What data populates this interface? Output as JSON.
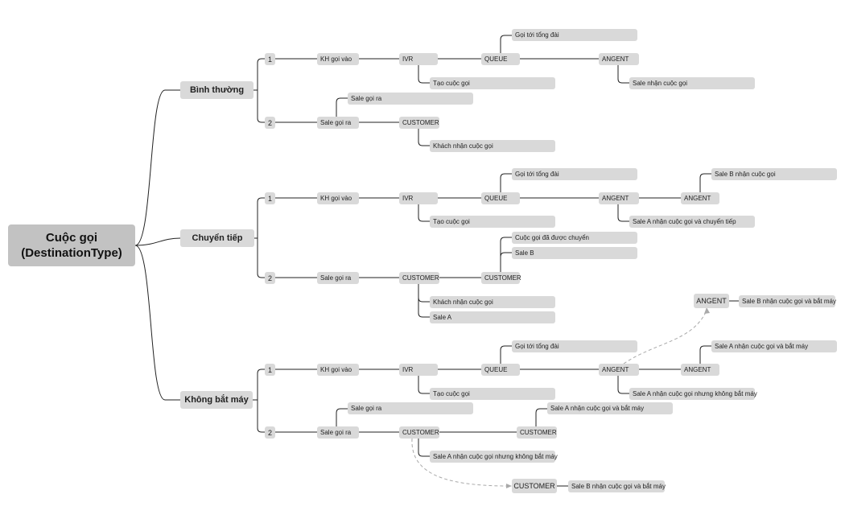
{
  "diagram": {
    "root": {
      "line1": "Cuộc gọi",
      "line2": "(DestinationType)"
    },
    "branches": {
      "binh_thuong": {
        "label": "Bình thường",
        "case1": {
          "num": "1",
          "kh_goi_vao": "KH gọi vào",
          "ivr": "IVR",
          "queue": "QUEUE",
          "goi_toi_tong_dai": "Gọi tới tổng đài",
          "tao_cuoc_goi": "Tạo cuộc gọi",
          "angent": "ANGENT",
          "sale_nhan": "Sale nhận cuộc gọi"
        },
        "case2": {
          "num": "2",
          "sale_goi_ra": "Sale gọi ra",
          "sale_goi_ra_note": "Sale gọi ra",
          "customer": "CUSTOMER",
          "khach_nhan": "Khách nhận cuộc gọi"
        }
      },
      "chuyen_tiep": {
        "label": "Chuyển tiếp",
        "case1": {
          "num": "1",
          "kh_goi_vao": "KH gọi vào",
          "ivr": "IVR",
          "queue": "QUEUE",
          "goi_toi_tong_dai": "Gọi tới tổng đài",
          "tao_cuoc_goi": "Tạo cuộc gọi",
          "angent": "ANGENT",
          "sale_a_nhan": "Sale A nhận cuộc gọi và chuyển tiếp",
          "angent2": "ANGENT",
          "sale_b_nhan": "Sale B nhận cuộc gọi"
        },
        "case2": {
          "num": "2",
          "sale_goi_ra": "Sale gọi ra",
          "customer": "CUSTOMER",
          "khach_nhan": "Khách nhận cuộc gọi",
          "sale_a": "Sale A",
          "customer2": "CUSTOMER",
          "da_chuyen": "Cuộc gọi đã được chuyển",
          "sale_b": "Sale B"
        }
      },
      "khong_bat_may": {
        "label": "Không bắt máy",
        "case1": {
          "num": "1",
          "kh_goi_vao": "KH gọi vào",
          "ivr": "IVR",
          "queue": "QUEUE",
          "goi_toi_tong_dai": "Gọi tới tổng đài",
          "tao_cuoc_goi": "Tạo cuộc gọi",
          "angent": "ANGENT",
          "sale_a_khong_bat": "Sale A nhận cuộc gọi nhưng không bắt máy",
          "angent2": "ANGENT",
          "sale_a_bat": "Sale A nhận cuộc gọi và bắt máy",
          "angent_float": "ANGENT",
          "sale_b_bat": "Sale B nhận cuộc gọi và bắt máy"
        },
        "case2": {
          "num": "2",
          "sale_goi_ra": "Sale gọi ra",
          "sale_goi_ra_note": "Sale gọi ra",
          "customer": "CUSTOMER",
          "sale_a_khong_bat": "Sale A nhận cuộc gọi nhưng không bắt máy",
          "customer2": "CUSTOMER",
          "sale_a_bat": "Sale A nhận cuộc gọi và bắt máy",
          "customer_float": "CUSTOMER",
          "sale_b_bat": "Sale B nhận cuộc gọi và bắt máy"
        }
      }
    }
  }
}
